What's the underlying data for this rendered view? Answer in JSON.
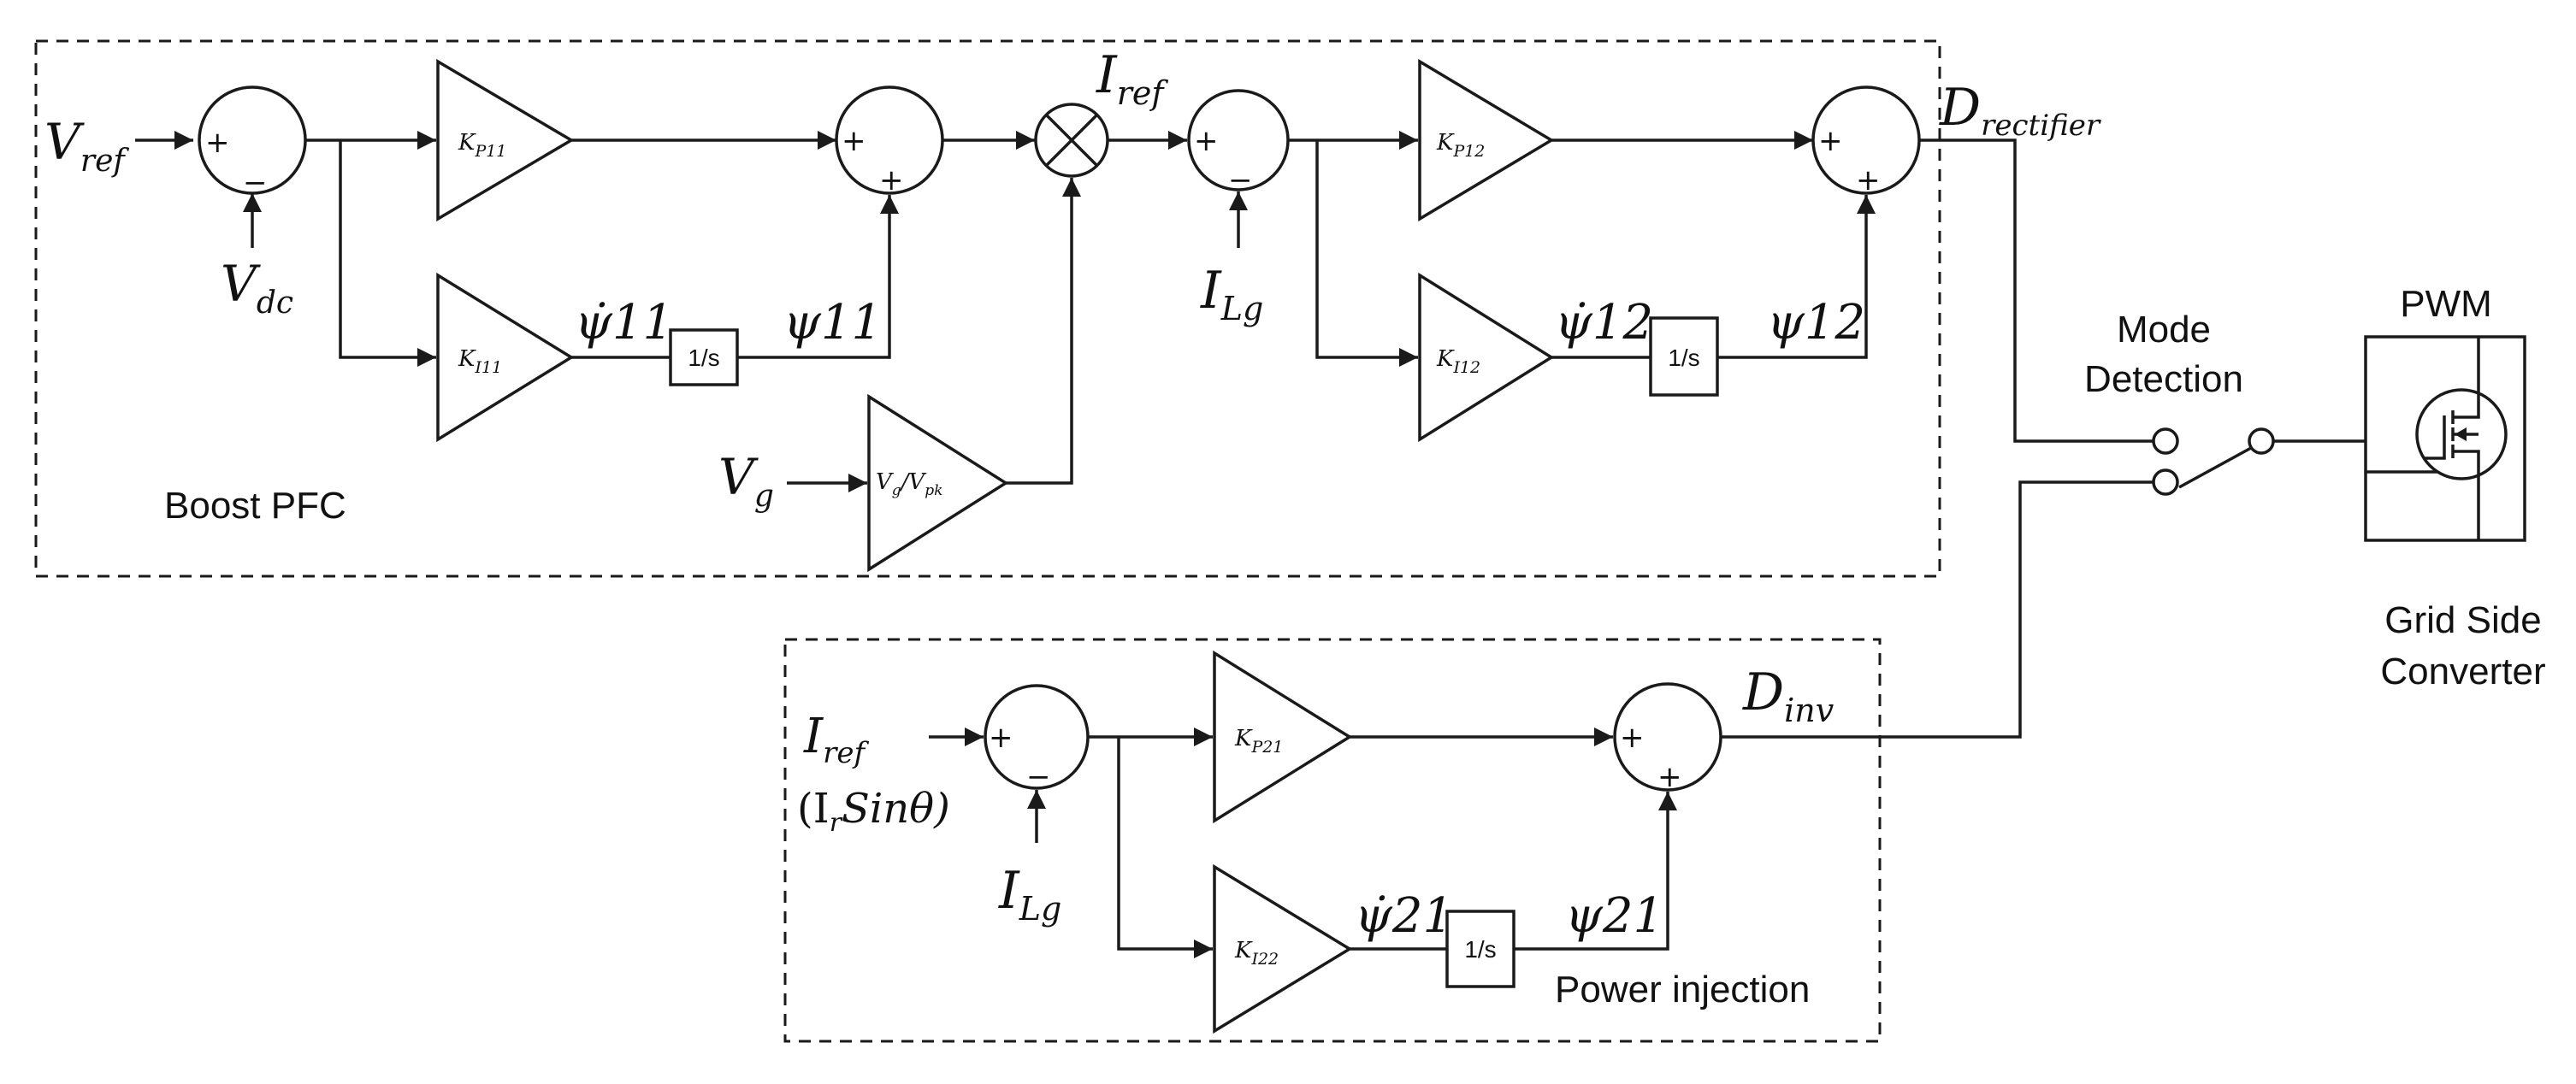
{
  "colors": {
    "stroke": "#1a1a1a",
    "background": "#ffffff"
  },
  "inputs": {
    "v_ref": "V",
    "v_ref_sub": "ref",
    "v_dc": "V",
    "v_dc_sub": "dc",
    "v_g": "V",
    "v_g_sub": "g",
    "i_lg_1": "I",
    "i_lg_1_sub": "Lg",
    "i_ref_inv": "I",
    "i_ref_inv_sub": "ref",
    "i_ref_inv_expr": "(I",
    "i_ref_inv_expr_sub": "r",
    "i_ref_inv_expr_rest": "Sinθ)",
    "i_lg_2": "I",
    "i_lg_2_sub": "Lg"
  },
  "signals": {
    "i_ref": "I",
    "i_ref_sub": "ref",
    "d_rectifier": "D",
    "d_rectifier_sub": "rectifier",
    "d_inv": "D",
    "d_inv_sub": "inv",
    "psi_dot_11": "ψ̇11",
    "psi_11": "ψ11",
    "psi_dot_12": "ψ̇12",
    "psi_12": "ψ12",
    "psi_dot_21": "ψ̇21",
    "psi_21": "ψ21"
  },
  "gains": {
    "kp11": "K",
    "kp11_sub": "P11",
    "ki11": "K",
    "ki11_sub": "I11",
    "kp12": "K",
    "kp12_sub": "P12",
    "ki12": "K",
    "ki12_sub": "I12",
    "kp21": "K",
    "kp21_sub": "P21",
    "ki22": "K",
    "ki22_sub": "I22",
    "vg_over_vpk": "V",
    "vg_over_vpk_sub1": "g",
    "vg_over_vpk_mid": "/V",
    "vg_over_vpk_sub2": "pk"
  },
  "integrator_label": "1/s",
  "signs": {
    "plus": "+",
    "minus": "−"
  },
  "labels": {
    "boost_pfc": "Boost PFC",
    "power_injection": "Power injection",
    "mode_detection_line1": "Mode",
    "mode_detection_line2": "Detection",
    "pwm": "PWM",
    "grid_side_line1": "Grid Side",
    "grid_side_line2": "Converter"
  }
}
